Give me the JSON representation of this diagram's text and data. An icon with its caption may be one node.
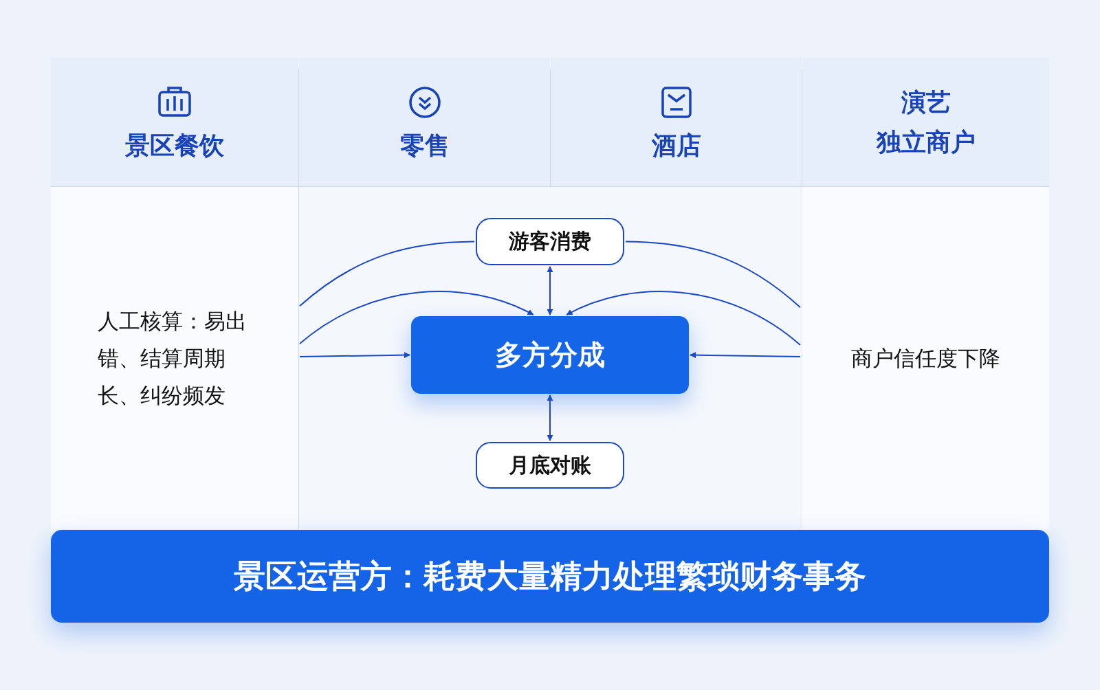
{
  "diagram": {
    "nodes": [
      {
        "text": [
          "景区餐饮"
        ]
      },
      {
        "text": [
          "零售"
        ]
      },
      {
        "text": [
          "酒店"
        ]
      },
      {
        "text": [
          "演艺",
          "独立商户"
        ]
      },
      {
        "text": [
          "游客消费"
        ]
      },
      {
        "text": [
          "人工核算：易出错、结算周期长、纠纷频发"
        ]
      },
      {
        "text": [
          "多方分成"
        ]
      },
      {
        "text": [
          "商户信任度下降"
        ]
      },
      {
        "text": [
          "月底对账"
        ]
      },
      {
        "text": [
          "景区运营方：耗费大量精力处理繁琐财务事务"
        ]
      }
    ],
    "edges": [
      {
        "from": 5,
        "to": 4,
        "arrow": "none"
      },
      {
        "from": 5,
        "to": 6,
        "arrow": "to"
      },
      {
        "from": 5,
        "to": 6,
        "arrow": "to"
      },
      {
        "from": 7,
        "to": 4,
        "arrow": "none"
      },
      {
        "from": 7,
        "to": 6,
        "arrow": "to"
      },
      {
        "from": 7,
        "to": 6,
        "arrow": "to"
      },
      {
        "from": 4,
        "to": 6,
        "arrow": "both"
      },
      {
        "from": 6,
        "to": 8,
        "arrow": "both"
      }
    ]
  }
}
